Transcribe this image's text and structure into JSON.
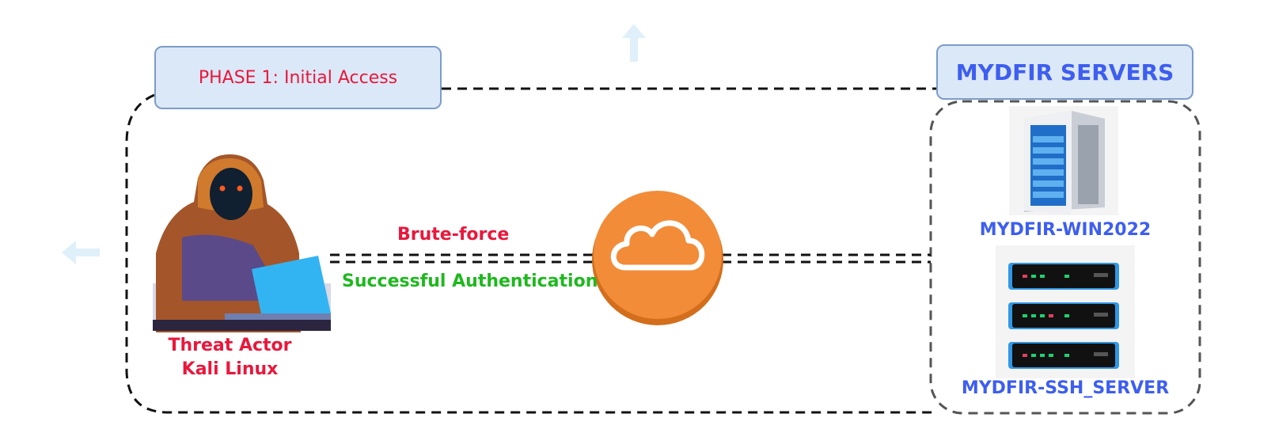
{
  "phase_label": "PHASE 1: Initial Access",
  "servers_group_label": "MYDFIR SERVERS",
  "threat_actor": {
    "line1": "Threat Actor",
    "line2": "Kali Linux",
    "icon": "hooded-hacker-laptop-icon"
  },
  "cloud": {
    "icon": "cloud-icon",
    "color": "#f28c38"
  },
  "links": {
    "attack_label": "Brute-force",
    "result_label": "Successful Authentication"
  },
  "servers": [
    {
      "name": "MYDFIR-WIN2022",
      "icon": "windows-server-tower-icon"
    },
    {
      "name": "MYDFIR-SSH_SERVER",
      "icon": "rack-server-icon"
    }
  ],
  "colors": {
    "phase_text": "#e8183c",
    "server_text": "#3d5ef0",
    "attack_text": "#e8183c",
    "success_text": "#1fb81f",
    "actor_text": "#e8183c",
    "box_fill": "#dbe8f7",
    "box_border": "#7c9cc8"
  }
}
